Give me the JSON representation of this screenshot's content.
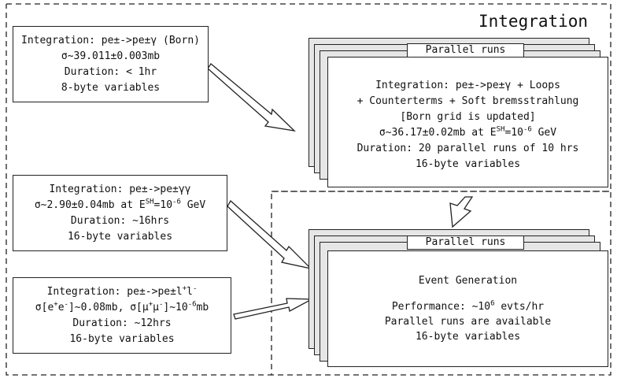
{
  "title": "Integration",
  "born": {
    "line1": "Integration: pe±->pe±γ (Born)",
    "line2": "σ~39.011±0.003mb",
    "line3": "Duration: < 1hr",
    "line4": "8-byte variables"
  },
  "loops": {
    "tag": "Parallel runs",
    "line1": "Integration: pe±->pe±γ + Loops",
    "line2": "+ Counterterms + Soft bremsstrahlung",
    "line3": "[Born grid is updated]",
    "line4_pre": "σ~36.17±0.02mb at E",
    "line4_sup1": "SH",
    "line4_mid": "=10",
    "line4_sup2": "-6",
    "line4_post": " GeV",
    "line5": "Duration: 20 parallel runs of 10 hrs",
    "line6": "16-byte variables"
  },
  "gg": {
    "line1": "Integration: pe±->pe±γγ",
    "line2_pre": "σ~2.90±0.04mb at E",
    "line2_sup1": "SH",
    "line2_mid": "=10",
    "line2_sup2": "-6",
    "line2_post": " GeV",
    "line3": "Duration: ~16hrs",
    "line4": "16-byte variables"
  },
  "ll": {
    "line1_pre": "Integration: pe±->pe±l",
    "line1_sup1": "+",
    "line1_mid": "l",
    "line1_sup2": "-",
    "line2_a": "σ[e",
    "line2_a_sup1": "+",
    "line2_a_mid": "e",
    "line2_a_sup2": "-",
    "line2_a_post": "]~0.08mb, ",
    "line2_b": "σ[μ",
    "line2_b_sup1": "+",
    "line2_b_mid": "μ",
    "line2_b_sup2": "-",
    "line2_b_post": "]~10",
    "line2_b_sup3": "-6",
    "line2_b_unit": "mb",
    "line3": "Duration: ~12hrs",
    "line4": "16-byte variables"
  },
  "event": {
    "tag": "Parallel runs",
    "line1": "Event Generation",
    "line2_pre": "Performance: ~10",
    "line2_sup": "6",
    "line2_post": " evts/hr",
    "line3": "Parallel runs are available",
    "line4": "16-byte variables"
  }
}
